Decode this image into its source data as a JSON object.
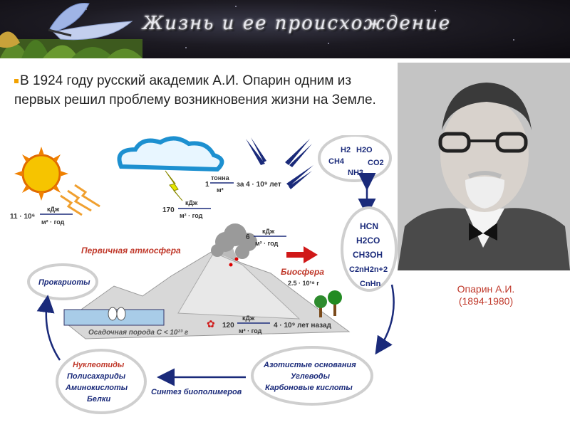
{
  "header": {
    "title": "Жизнь и ее происхождение"
  },
  "intro": {
    "text": "В 1924 году русский академик  А.И. Опарин одним из первых решил проблему возникновения жизни на Земле."
  },
  "portrait": {
    "caption_name": "Опарин А.И.",
    "caption_years": "(1894-1980)"
  },
  "diagram": {
    "sun_energy": {
      "value": "11 · 10⁶",
      "unit_top": "кДж",
      "unit_bottom": "м² · год"
    },
    "lightning_energy": {
      "value": "170",
      "unit_top": "кДж",
      "unit_bottom": "м² · год"
    },
    "meteors": {
      "value": "1",
      "unit_top": "тонна",
      "unit_bottom": "м²",
      "period": "за 4 · 10⁹ лет"
    },
    "volcano_energy": {
      "value": "6",
      "unit_top": "кДж",
      "unit_bottom": "м² · год"
    },
    "primary_atmosphere": "Первичная атмосфера",
    "biosphere": {
      "label": "Биосфера",
      "mass": "2.5 · 10¹⁸ г"
    },
    "sediment": "Осадочная порода C < 10²³ г",
    "radioactive": {
      "value": "120",
      "unit_top": "кДж",
      "unit_bottom": "м² · год",
      "period": "4 · 10⁹ лет назад"
    },
    "gases": [
      "H2",
      "H2O",
      "CH4",
      "CO2",
      "NH3"
    ],
    "organics": [
      "HCN",
      "H2CO",
      "CH3OH",
      "C2nH2n+2",
      "CnHn"
    ],
    "prokaryotes": "Прокариоты",
    "bases_box": [
      "Азотистые основания",
      "Углеводы",
      "Карбоновые кислоты"
    ],
    "biopolymer_synthesis": "Синтез биополимеров",
    "polymers_box": [
      "Нуклеотиды",
      "Полисахариды",
      "Аминокислоты",
      "Белки"
    ]
  }
}
